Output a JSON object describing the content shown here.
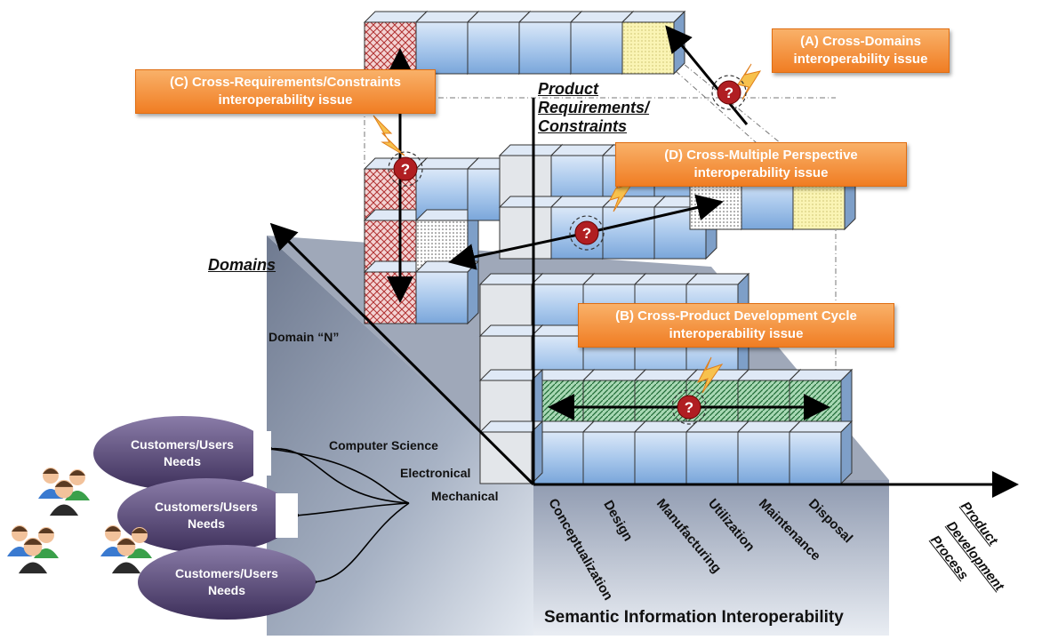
{
  "axes": {
    "domains": "Domains",
    "requirements": [
      "Product",
      "Requirements/",
      "Constraints"
    ],
    "process": [
      "Product",
      "Development",
      "Process"
    ]
  },
  "domain_labels": [
    "Domain “N”",
    "Computer Science",
    "Electronical",
    "Mechanical"
  ],
  "process_steps": [
    "Conceptualization",
    "Design",
    "Manufacturing",
    "Utilization",
    "Maintenance",
    "Disposal"
  ],
  "base_title": "Semantic Information Interoperability",
  "callouts": {
    "a": [
      "(A) Cross-Domains",
      "interoperability issue"
    ],
    "b": [
      "(B) Cross-Product Development Cycle",
      "interoperability issue"
    ],
    "c": [
      "(C) Cross-Requirements/Constraints",
      "interoperability issue"
    ],
    "d": [
      "(D) Cross-Multiple Perspective",
      "interoperability issue"
    ]
  },
  "needs": [
    [
      "Customers/Users",
      "Needs"
    ],
    [
      "Customers/Users",
      "Needs"
    ],
    [
      "Customers/Users",
      "Needs"
    ]
  ],
  "question_mark": "?",
  "colors": {
    "cube_blue": "#a9c8ec",
    "cube_top": "#d6e6f8",
    "hatch_red": "#c0392b",
    "hatch_green": "#2f8a4a",
    "yellow": "#f7f1a8",
    "orange": "#f07d23",
    "question": "#b01e22",
    "ellipse": "#5b4a7d"
  }
}
